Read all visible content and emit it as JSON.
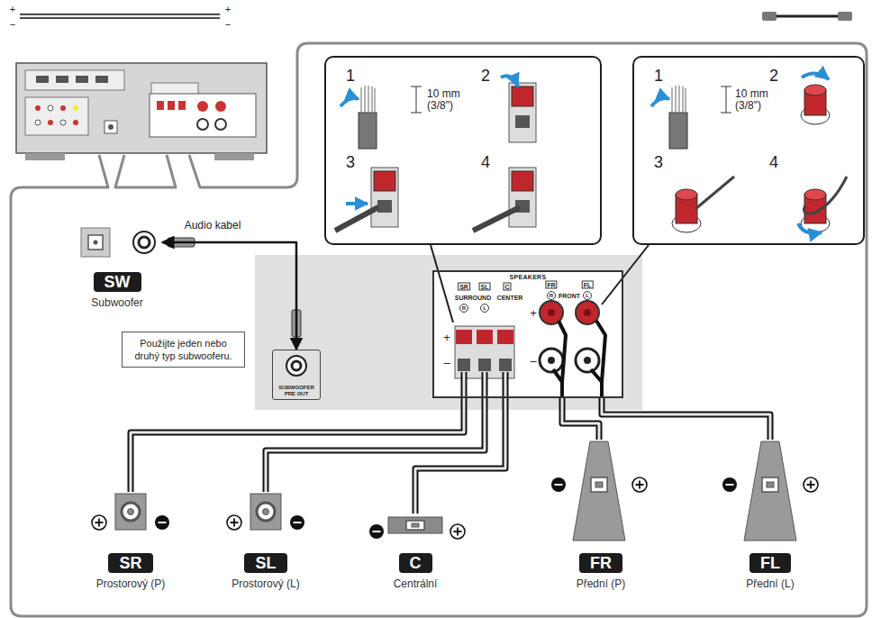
{
  "diagram": {
    "nodes": [
      {
        "text": [
          "1",
          "10 mm (3/8\")",
          "2",
          "3",
          "4"
        ]
      },
      {
        "text": [
          "1",
          "10 mm (3/8\")",
          "2",
          "3",
          "4"
        ]
      },
      {
        "text": [
          "SW",
          "Subwoofer"
        ]
      },
      {
        "text": [
          "Použijte jeden nebo druhý typ subwooferu."
        ]
      },
      {
        "text": [
          "SUBWOOFER PRE OUT"
        ]
      },
      {
        "text": [
          "SPEAKERS"
        ]
      },
      {
        "text": [
          "SR",
          "Prostorový (P)"
        ]
      },
      {
        "text": [
          "SL",
          "Prostorový (L)"
        ]
      },
      {
        "text": [
          "C",
          "Centrální"
        ]
      },
      {
        "text": [
          "FR",
          "Přední (P)"
        ]
      },
      {
        "text": [
          "FL",
          "Přední (L)"
        ]
      }
    ],
    "edges": [
      {
        "from": 2,
        "to": 4,
        "arrow": "both",
        "label": "Audio kabel"
      },
      {
        "from": 6,
        "to": 5,
        "arrow": "none"
      },
      {
        "from": 7,
        "to": 5,
        "arrow": "none"
      },
      {
        "from": 8,
        "to": 5,
        "arrow": "none"
      },
      {
        "from": 9,
        "to": 5,
        "arrow": "none"
      },
      {
        "from": 10,
        "to": 5,
        "arrow": "none"
      }
    ],
    "labels": [
      "+",
      "−",
      "+",
      "−",
      "SR",
      "SL",
      "C",
      "SURROUND",
      "R",
      "L",
      "CENTER",
      "FR",
      "FL",
      "R",
      "FRONT",
      "L",
      "+",
      "–",
      "+",
      "–"
    ]
  }
}
